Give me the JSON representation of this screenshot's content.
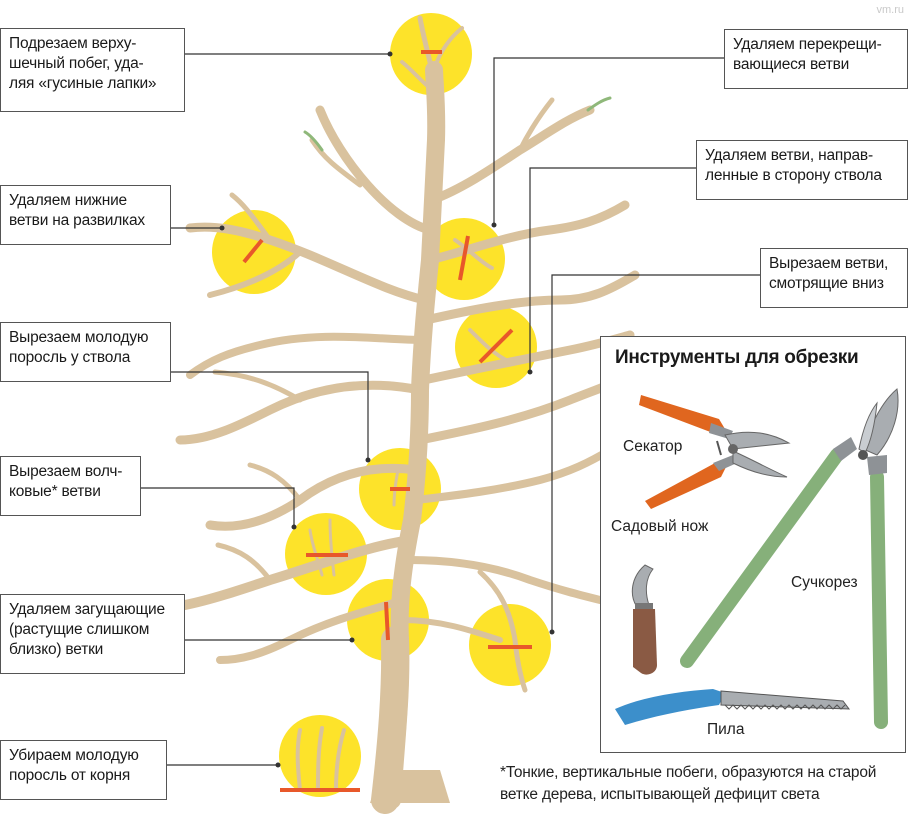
{
  "watermark": "vm.ru",
  "callouts": {
    "left": [
      "Подрезаем верху-\nшечный побег, уда-\nляя «гусиные лапки»",
      "Удаляем нижние\nветви на развилках",
      "Вырезаем молодую\nпоросль у ствола",
      "Вырезаем волч-\nковые* ветви",
      "Удаляем загущающие\n(растущие слишком\nблизко) ветки",
      "Убираем молодую\nпоросль от корня"
    ],
    "right": [
      "Удаляем перекрещи-\nвающиеся ветви",
      "Удаляем ветви, направ-\nленные в сторону ствола",
      "Вырезаем ветви,\nсмотрящие вниз"
    ]
  },
  "tools": {
    "title": "Инструменты для обрезки",
    "pruner": "Секатор",
    "knife": "Садовый нож",
    "lopper": "Сучкорез",
    "saw": "Пила"
  },
  "footnote": "*Тонкие, вертикальные побеги, образуются на старой ветке дерева, испытывающей дефицит света",
  "colors": {
    "bark": "#d9c29e",
    "bark_dark": "#c9ad84",
    "highlight": "#fde32a",
    "cut_mark": "#e8582a",
    "young_shoot": "#8fb87a",
    "pruner_handle": "#e0661f",
    "lopper_handle": "#86b07a",
    "saw_handle": "#3c8fcb",
    "knife_handle": "#8a5a44",
    "metal": "#8e9296"
  }
}
